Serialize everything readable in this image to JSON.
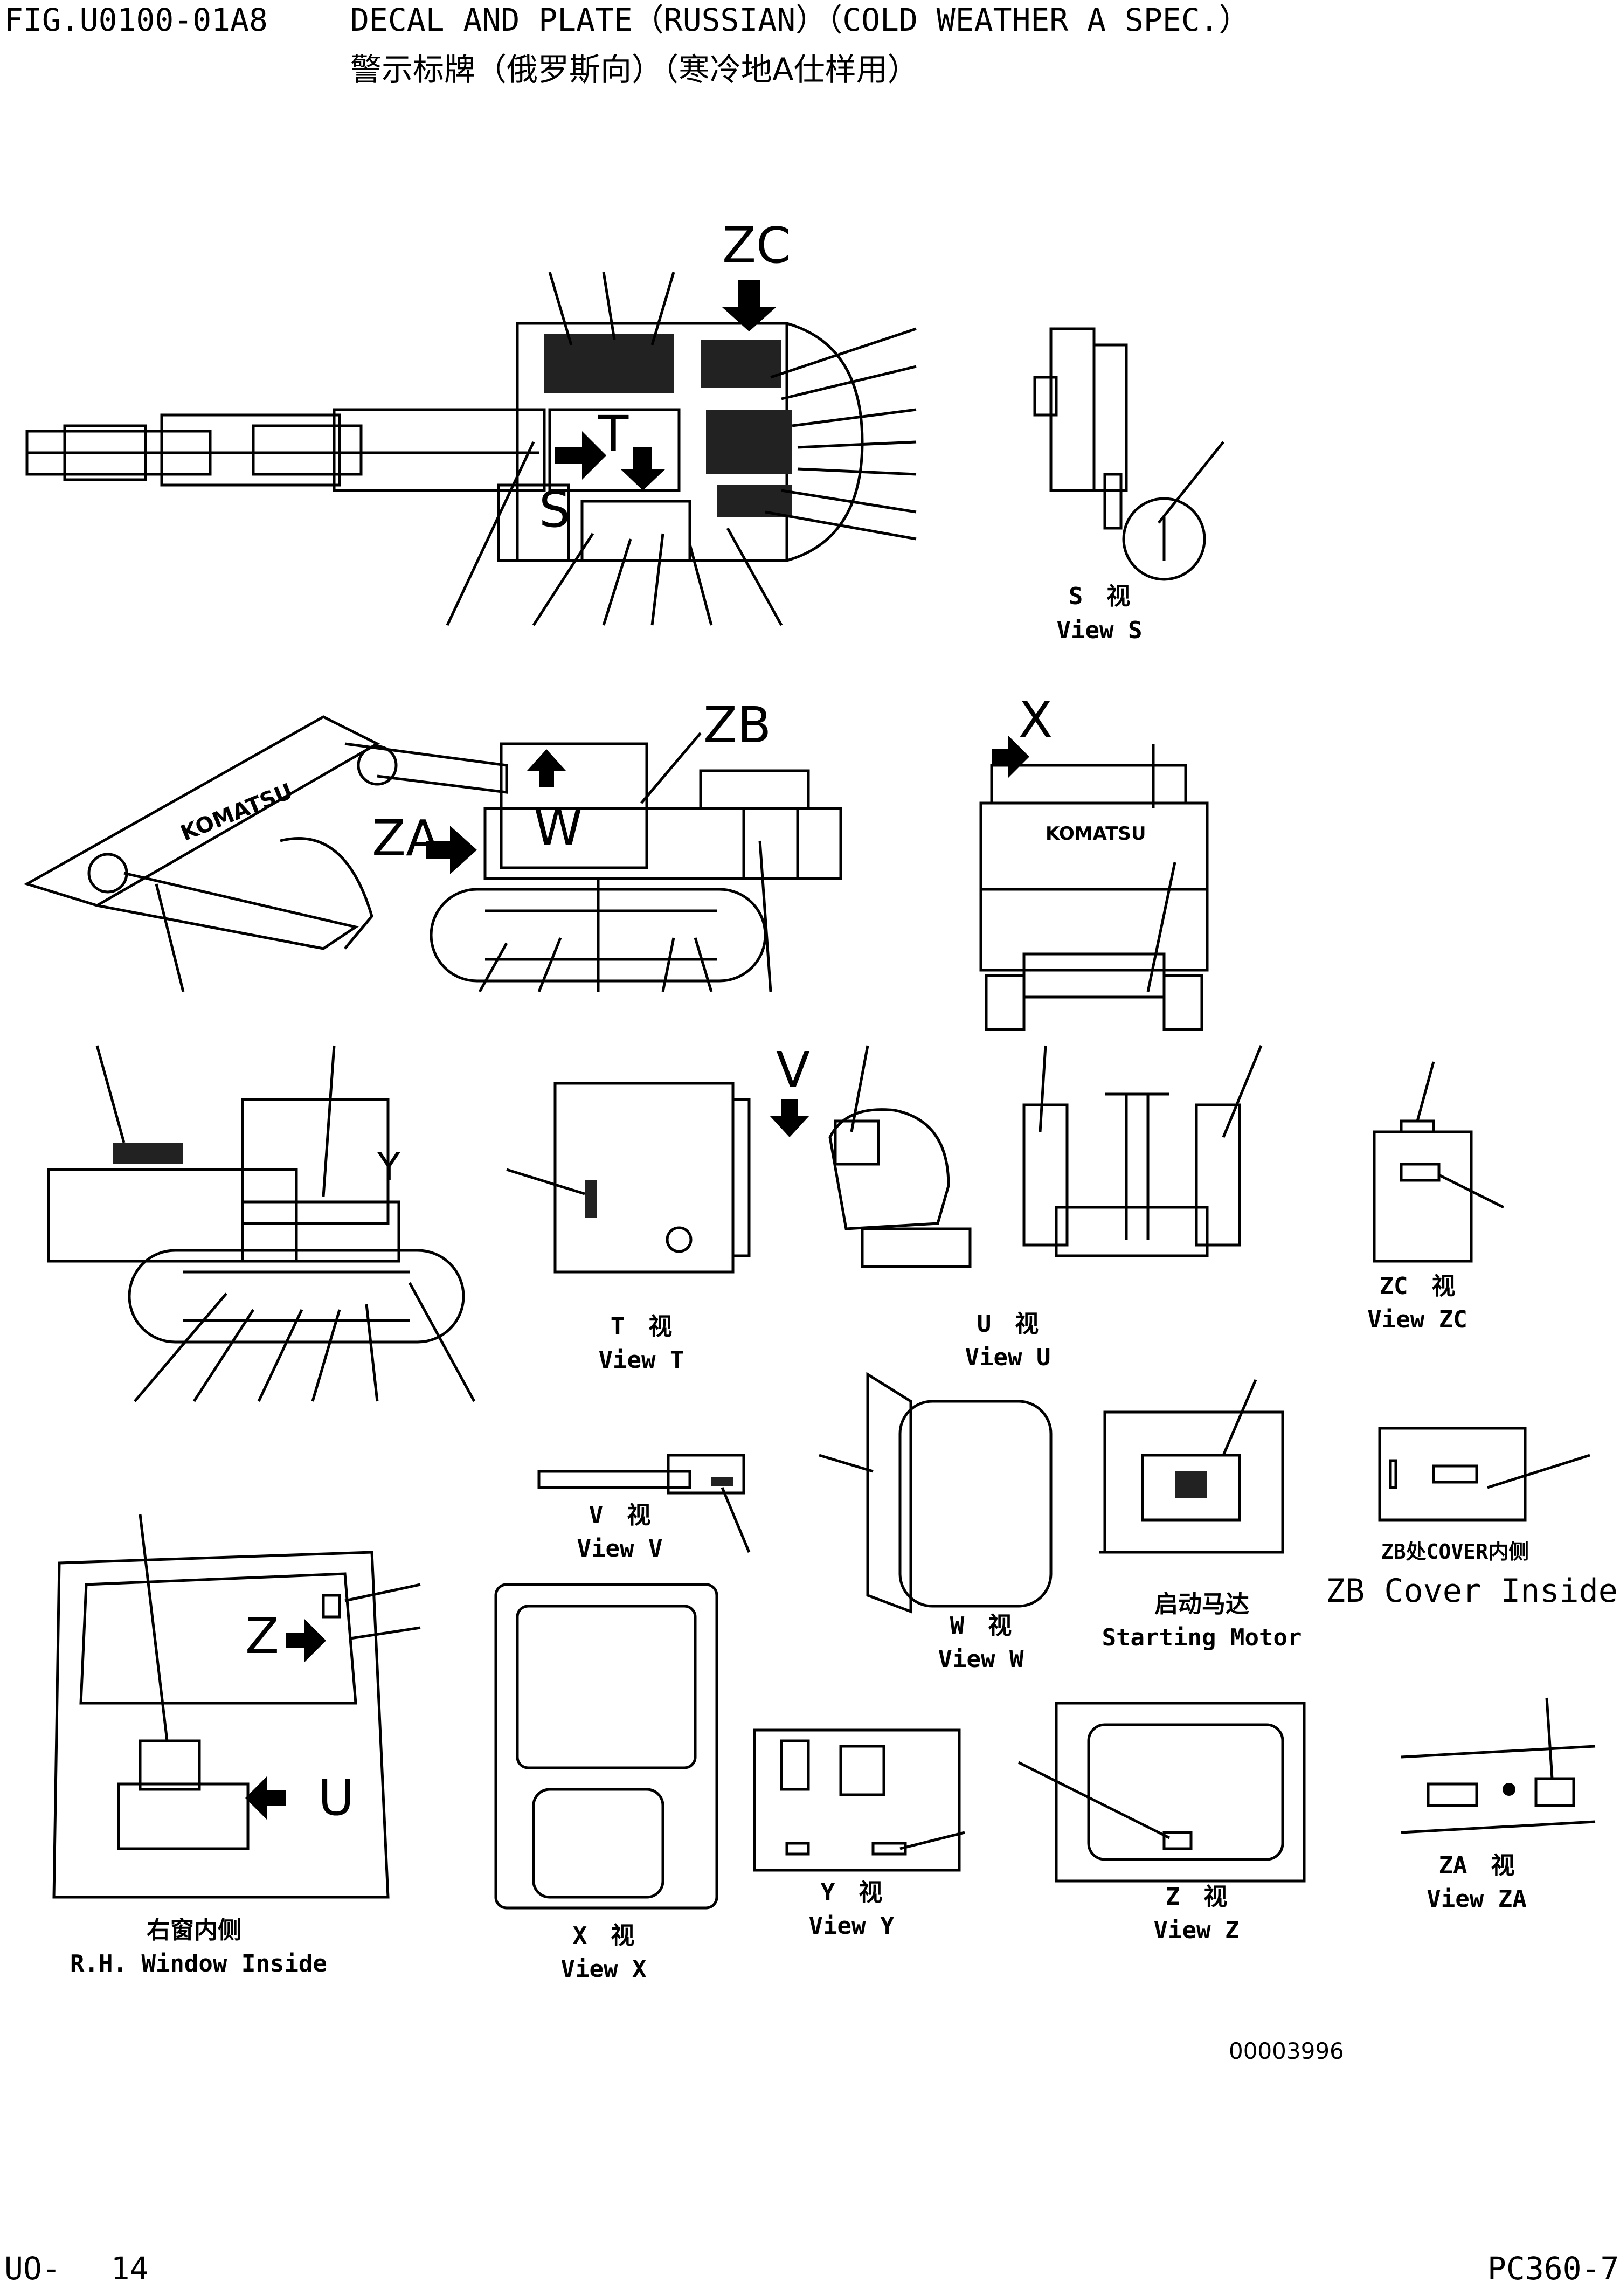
{
  "header": {
    "fig_code": "FIG.U0100-01A8",
    "title_en": "DECAL AND PLATE（RUSSIAN）（COLD WEATHER A SPEC.）",
    "title_cn": "警示标牌（俄罗斯向）（寒冷地A仕样用）"
  },
  "callouts": {
    "zc": "ZC",
    "zb": "ZB",
    "za": "ZA",
    "x": "X",
    "y": "Y",
    "v": "V",
    "t": "T",
    "s": "S",
    "w": "W",
    "u": "U",
    "z": "Z"
  },
  "views": [
    {
      "cn": "S　视",
      "en": "View S"
    },
    {
      "cn": "T　视",
      "en": "View T"
    },
    {
      "cn": "U　视",
      "en": "View U"
    },
    {
      "cn": "ZC　视",
      "en": "View ZC"
    },
    {
      "cn": "V　视",
      "en": "View V"
    },
    {
      "cn": "W　视",
      "en": "View W"
    },
    {
      "cn": "启动马达",
      "en": "Starting Motor"
    },
    {
      "cn": "ZB处COVER内侧",
      "en": "ZB Cover Inside"
    },
    {
      "cn": "右窗内侧",
      "en": "R.H. Window Inside"
    },
    {
      "cn": "X　视",
      "en": "View X"
    },
    {
      "cn": "Y　视",
      "en": "View Y"
    },
    {
      "cn": "Z　视",
      "en": "View Z"
    },
    {
      "cn": "ZA　视",
      "en": "View ZA"
    }
  ],
  "brand_mark": "KOMATSU",
  "drawing_no": "00003996",
  "footer": {
    "page": "UO-　 14",
    "model": "PC360-7"
  },
  "colors": {
    "ink": "#000000",
    "paper": "#ffffff"
  }
}
